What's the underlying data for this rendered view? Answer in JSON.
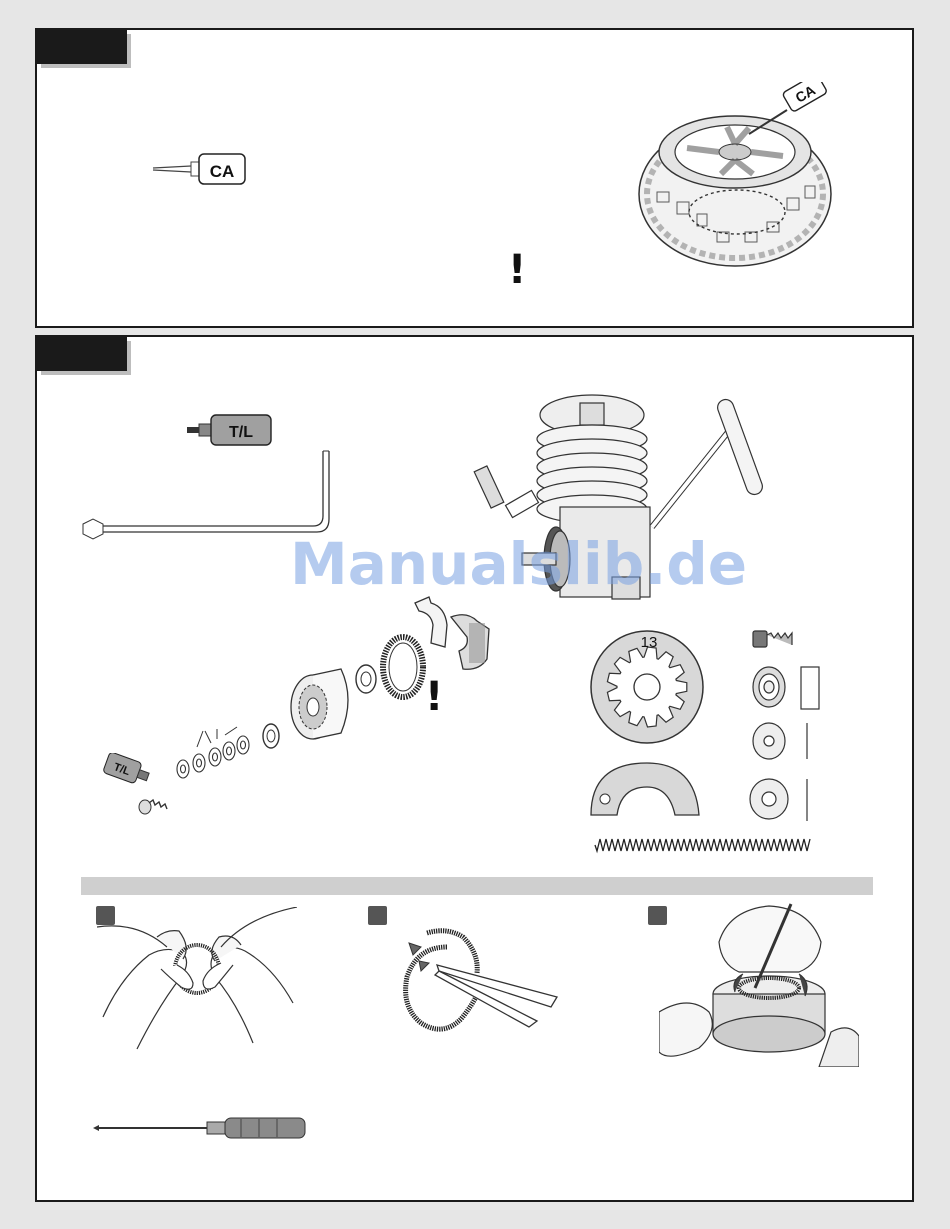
{
  "labels": {
    "ca": "CA",
    "ca_tire": "CA",
    "threadlock": "T/L",
    "threadlock_small": "T/L",
    "gear_teeth": "13",
    "watermark": "Manualslib.de"
  },
  "icons": {
    "warning": "exclamation-mark-icon",
    "ca_bottle": "ca-glue-bottle-icon",
    "tl_bottle": "threadlock-bottle-icon",
    "hex_key": "hex-key-icon",
    "screwdriver": "screwdriver-icon"
  },
  "colors": {
    "frame": "#1a1a1a",
    "bar": "#cfcfcf",
    "background": "#e6e6e6",
    "watermark": "#78a0e1"
  }
}
